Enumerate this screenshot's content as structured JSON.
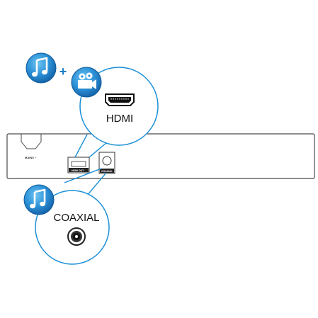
{
  "labels": {
    "plus": "+",
    "hdmi": "HDMI",
    "coaxial": "COAXIAL",
    "mains": "MAINS ~",
    "hdmi_out": "HDMI OUT",
    "coaxial_port": "COAXIAL"
  },
  "icons": {
    "audio_top": "music-note-icon",
    "video": "video-camera-icon",
    "audio_bottom": "music-note-icon",
    "hdmi_connector": "hdmi-connector-icon",
    "coaxial_connector": "rca-jack-icon"
  },
  "colors": {
    "badge_blue": "#1b7fc7",
    "badge_blue_light": "#4fb0ea",
    "outline": "#4a4a4a",
    "callout_line": "#1a8fd6"
  }
}
